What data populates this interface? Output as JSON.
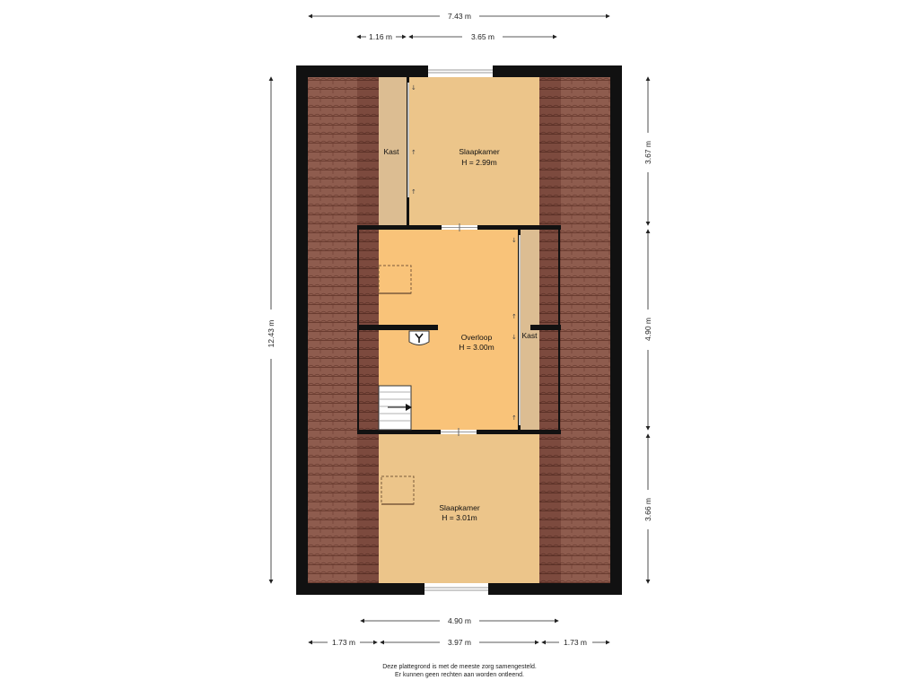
{
  "dimensions": {
    "top_total": "7.43 m",
    "top_left": "1.16 m",
    "top_right": "3.65 m",
    "left_total": "12.43 m",
    "right_top": "3.67 m",
    "right_mid": "4.90 m",
    "right_bottom": "3.66 m",
    "bottom_inner": "4.90 m",
    "bottom_left": "1.73 m",
    "bottom_mid": "3.97 m",
    "bottom_right": "1.73 m"
  },
  "rooms": {
    "kast_top": {
      "name": "Kast"
    },
    "slaapkamer_top": {
      "name": "Slaapkamer",
      "height": "H = 2.99m"
    },
    "overloop": {
      "name": "Overloop",
      "height": "H = 3.00m"
    },
    "kast_right": {
      "name": "Kast"
    },
    "slaapkamer_bottom": {
      "name": "Slaapkamer",
      "height": "H = 3.01m"
    }
  },
  "footer": {
    "line1": "Deze plattegrond is met de meeste zorg samengesteld.",
    "line2": "Er kunnen geen rechten aan worden ontleend."
  },
  "colors": {
    "wall": "#111111",
    "roof_tile": "#8e5c4e",
    "roof_line": "#6e4034",
    "bedroom": "#ecc58a",
    "landing": "#f9c379",
    "closet": "#dcbd92"
  },
  "icons": {
    "boiler": "boiler-icon",
    "stairs": "stairs-icon",
    "skylight": "skylight-icon"
  }
}
